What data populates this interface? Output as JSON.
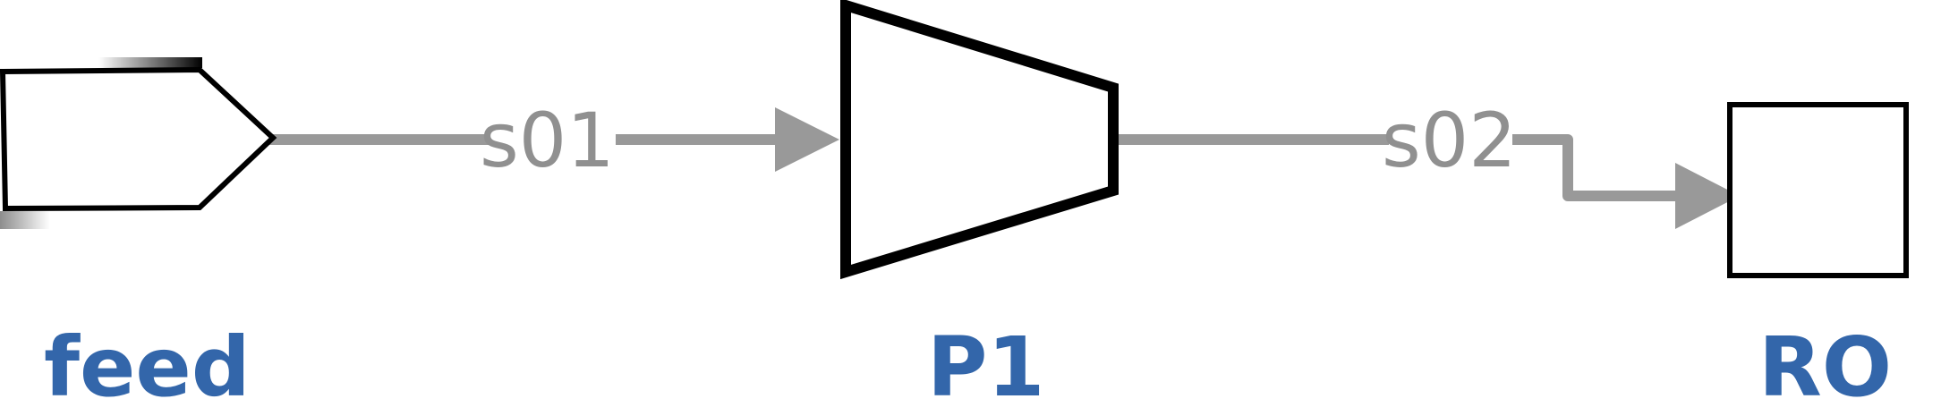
{
  "colors": {
    "stream": "#999999",
    "stream_label": "#909090",
    "unit_outline": "#000000",
    "unit_label": "#3366aa"
  },
  "units": {
    "feed": {
      "label": "feed",
      "icon": "feed-source-icon"
    },
    "p1": {
      "label": "P1",
      "icon": "pump-icon"
    },
    "ro": {
      "label": "RO",
      "icon": "reverse-osmosis-unit-icon"
    }
  },
  "streams": {
    "s01": {
      "label": "s01",
      "from": "feed",
      "to": "P1"
    },
    "s02": {
      "label": "s02",
      "from": "P1",
      "to": "RO"
    }
  }
}
